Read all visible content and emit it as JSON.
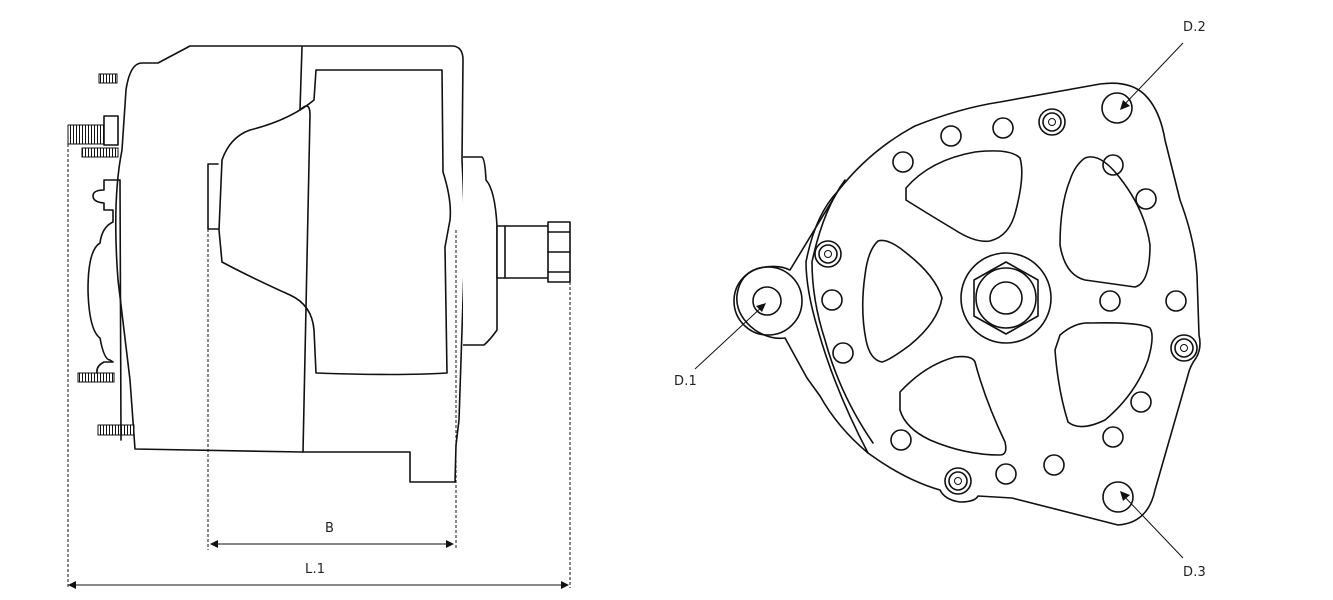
{
  "diagram": {
    "subject": "Alternator dimensional drawing",
    "views": {
      "side_view": {
        "name": "side-view"
      },
      "front_view": {
        "name": "front-view"
      }
    },
    "dimensions": {
      "B": "B",
      "L1": "L.1",
      "D1": "D.1",
      "D2": "D.2",
      "D3": "D.3"
    },
    "colors": {
      "line": "#111111",
      "background": "#ffffff"
    }
  }
}
